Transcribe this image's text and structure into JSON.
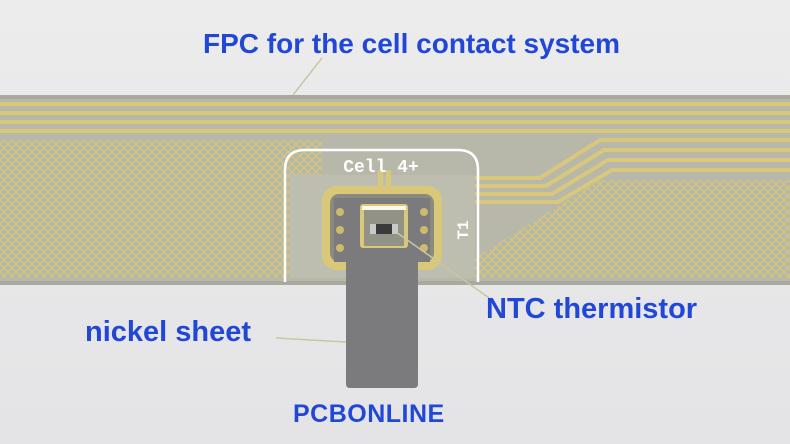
{
  "labels": {
    "fpc": "FPC for the cell contact system",
    "ntc": "NTC thermistor",
    "nickel": "nickel sheet",
    "cell": "Cell 4+",
    "designator": "T1",
    "brand": "PCBONLINE"
  },
  "colors": {
    "background": "#e9e9ea",
    "fpc_body": "#b9b9ab",
    "copper_trace": "#d8c77a",
    "nickel_sheet": "#7c7c7e",
    "silkscreen": "#ffffff",
    "label_blue": "#2147d6"
  }
}
